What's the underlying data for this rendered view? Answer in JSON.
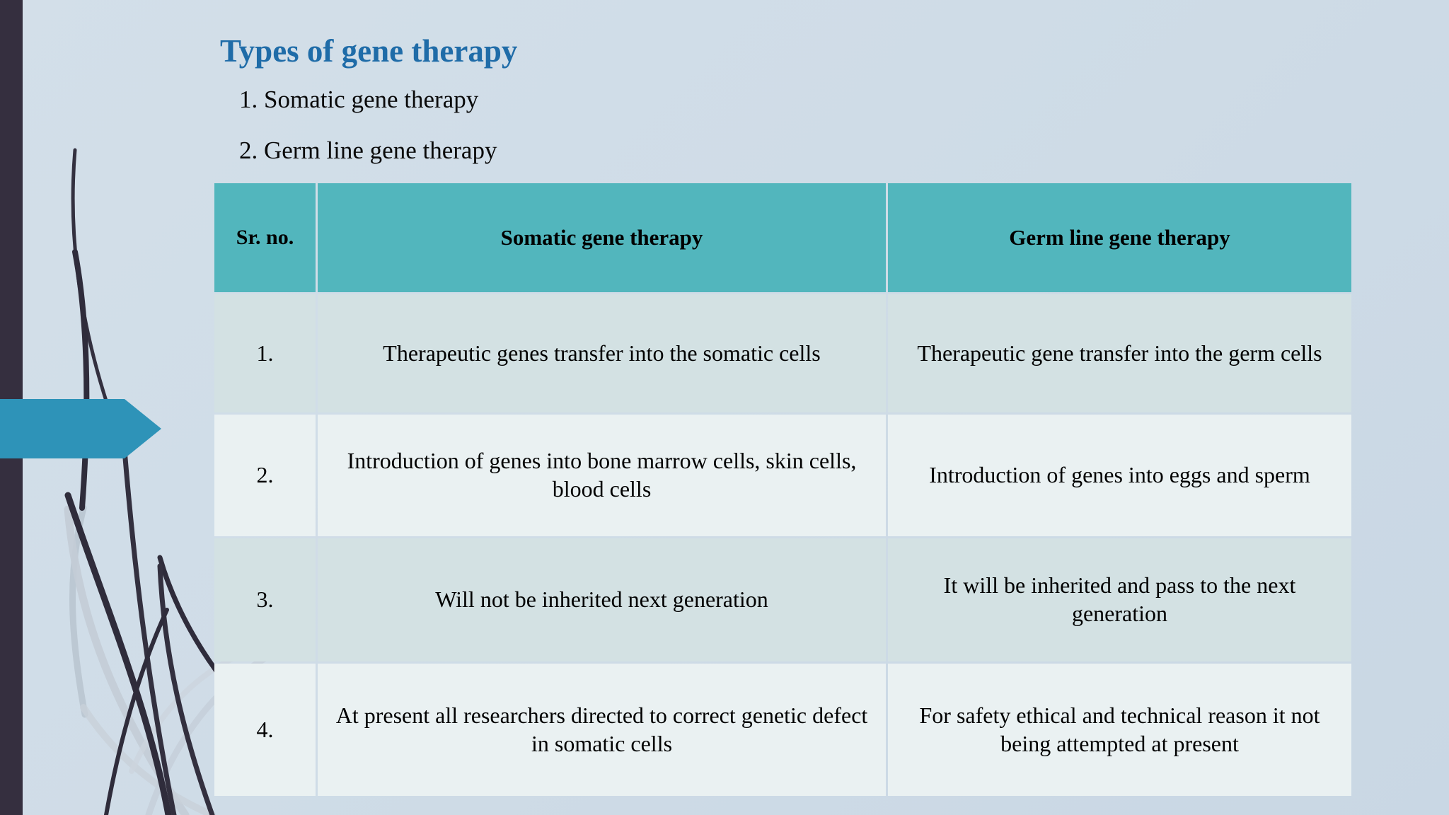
{
  "slide": {
    "title": "Types of gene therapy",
    "bullets": [
      "1. Somatic gene therapy",
      "2. Germ line gene therapy"
    ],
    "colors": {
      "title": "#1f6ca8",
      "background": "#cfdce7",
      "left_band": "#352f3f",
      "arrow": "#2e93b8",
      "table_header": "#52b6bd",
      "row_dark": "#d3e1e3",
      "row_light": "#eaf1f2"
    }
  },
  "table": {
    "headers": [
      "Sr. no.",
      "Somatic gene therapy",
      "Germ line gene therapy"
    ],
    "rows": [
      {
        "sr": "1.",
        "somatic": "Therapeutic genes transfer into the somatic cells",
        "germline": "Therapeutic gene transfer into the germ cells"
      },
      {
        "sr": "2.",
        "somatic": "Introduction of genes into bone marrow cells, skin cells, blood cells",
        "germline": "Introduction of genes into eggs and sperm"
      },
      {
        "sr": "3.",
        "somatic": "Will not be inherited next generation",
        "germline": "It will be inherited and pass to the next generation"
      },
      {
        "sr": "4.",
        "somatic": "At present all researchers directed to correct genetic defect in somatic cells",
        "germline": "For safety ethical and technical reason it not being attempted at present"
      }
    ]
  }
}
